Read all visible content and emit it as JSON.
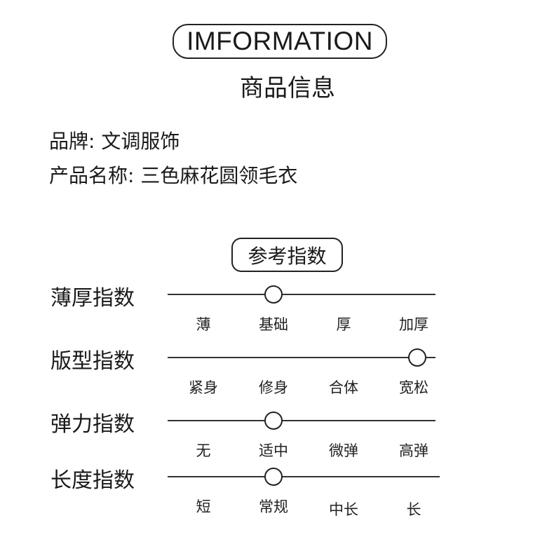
{
  "header": {
    "title": "IMFORMATION",
    "subtitle": "商品信息"
  },
  "info": {
    "brand": "品牌: 文调服饰",
    "product_name": "产品名称: 三色麻花圆领毛衣"
  },
  "reference": {
    "heading": "参考指数",
    "rows": [
      {
        "label": "薄厚指数",
        "options": [
          "薄",
          "基础",
          "厚",
          "加厚"
        ],
        "selected_index": 1
      },
      {
        "label": "版型指数",
        "options": [
          "紧身",
          "修身",
          "合体",
          "宽松"
        ],
        "selected_index": 3
      },
      {
        "label": "弹力指数",
        "options": [
          "无",
          "适中",
          "微弹",
          "高弹"
        ],
        "selected_index": 1
      },
      {
        "label": "长度指数",
        "options": [
          "短",
          "常规",
          "中长",
          "长"
        ],
        "selected_index": 1
      }
    ]
  }
}
